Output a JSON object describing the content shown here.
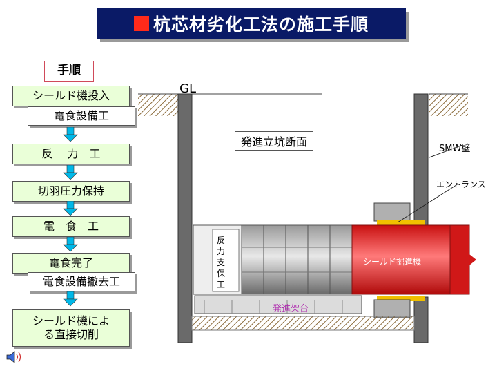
{
  "title": "杭芯材劣化工法の施工手順",
  "procedure": {
    "header": "手順",
    "steps": [
      "シールド機投入",
      "電食設備工",
      "反　 力　工",
      "切羽圧力保持",
      "電　食　工",
      "電食完了",
      "電食設備撤去工",
      "シールド機による直接切削"
    ],
    "last_line1": "シールド機によ",
    "last_line2": "る直接切削"
  },
  "diagram": {
    "gl": "GL",
    "section_label": "発進立坑断面",
    "smw_label": "SMW壁",
    "entrance_label": "エントランス",
    "shield_label": "シールド掘進機",
    "reaction_label": [
      "反",
      "力",
      "支",
      "保",
      "工"
    ],
    "frame_label": "発進架台"
  },
  "colors": {
    "title_bg": "#0a1a66",
    "title_square": "#ff2a1a",
    "box_green": "#eaffd8",
    "arrow": "#00b8e8",
    "shield_red": "#e82020",
    "frame_label": "#b030b0"
  },
  "icons": {
    "speaker": "speaker-icon"
  }
}
